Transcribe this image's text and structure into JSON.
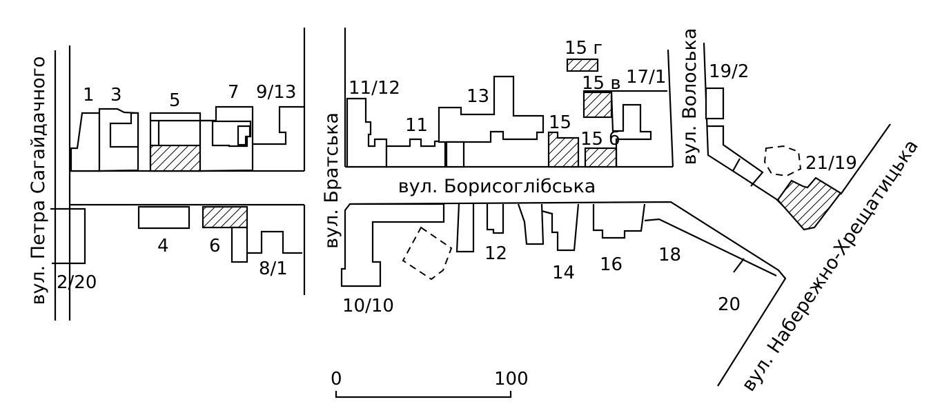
{
  "streets": {
    "sahaidachnoho": "вул. Петра Сагайдачного",
    "bratska": "вул. Братська",
    "borysohlibska": "вул. Борисоглібська",
    "voloska": "вул. Волоська",
    "naberezhno": "вул. Набережно-Хрещатицька"
  },
  "buildings": {
    "b1": "1",
    "b3": "3",
    "b5": "5",
    "b7": "7",
    "b9_13": "9/13",
    "b2_20": "2/20",
    "b4": "4",
    "b6": "6",
    "b8_1": "8/1",
    "b11_12": "11/12",
    "b11": "11",
    "b13": "13",
    "b15": "15",
    "b15b": "15 б",
    "b15v": "15 в",
    "b15g": "15 г",
    "b17_1": "17/1",
    "b10_10": "10/10",
    "b12": "12",
    "b14": "14",
    "b16": "16",
    "b18": "18",
    "b20": "20",
    "b19_2": "19/2",
    "b21_19": "21/19"
  },
  "scale": {
    "start": "0",
    "end": "100"
  }
}
